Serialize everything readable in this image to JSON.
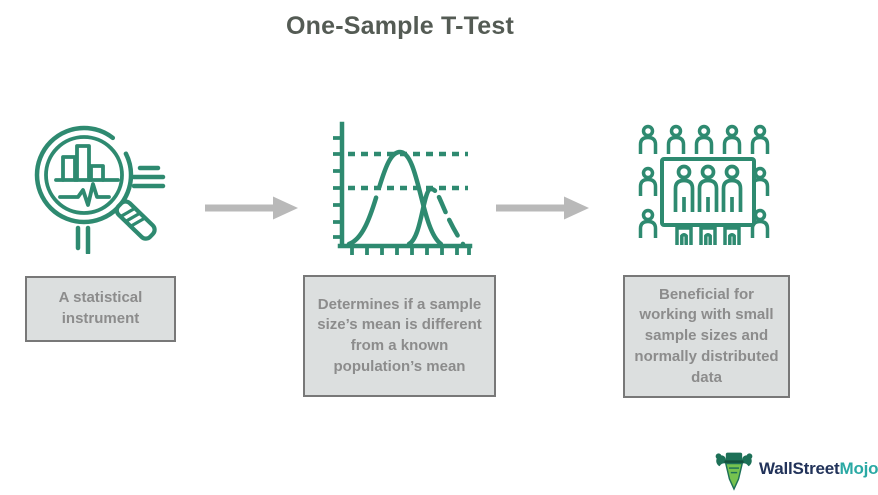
{
  "title": "One-Sample T-Test",
  "steps": [
    {
      "icon": "magnifier-analytics-icon",
      "label": "A statistical instrument"
    },
    {
      "icon": "distribution-curves-icon",
      "label": "Determines if a sample size’s mean is different from a known population’s mean"
    },
    {
      "icon": "population-sample-icon",
      "label": "Beneficial for working with small sample sizes and normally distributed data"
    }
  ],
  "arrows": [
    "arrow-right-icon",
    "arrow-right-icon"
  ],
  "logo": {
    "icon": "wallstreetmojo-bull-icon",
    "brand_primary": "WallStreet",
    "brand_secondary": "Mojo"
  },
  "colors": {
    "icon_green": "#2e8a70",
    "arrow_gray": "#b9b9b9",
    "box_fill": "#dcdfdf",
    "box_border": "#787878",
    "box_text": "#8c8c8c",
    "title_text": "#545b54",
    "brand_primary_color": "#22335a",
    "brand_secondary_color": "#2aa9a4"
  }
}
